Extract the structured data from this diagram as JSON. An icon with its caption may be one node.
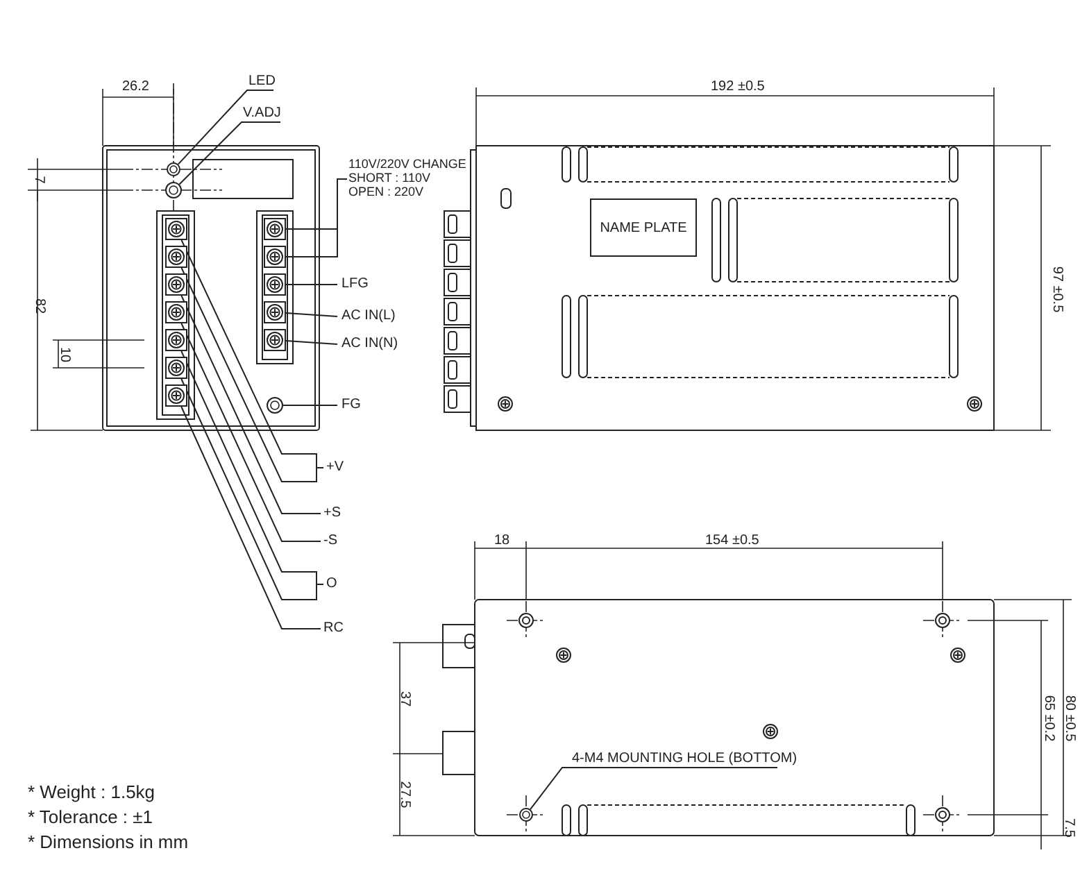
{
  "diagram": {
    "nodes": [
      {
        "text": [
          "LED"
        ]
      },
      {
        "text": [
          "V.ADJ"
        ]
      },
      {
        "text": [],
        "shape": "circle"
      },
      {
        "text": [],
        "shape": "circle"
      },
      {
        "text": [
          "110V/220V CHANGE",
          "SHORT : 110V",
          "OPEN : 220V"
        ]
      },
      {
        "text": [],
        "shape": "box"
      },
      {
        "text": [],
        "shape": "box"
      },
      {
        "text": [],
        "shape": "box"
      },
      {
        "text": [],
        "shape": "box"
      },
      {
        "text": [],
        "shape": "box"
      },
      {
        "text": [
          "LFG"
        ]
      },
      {
        "text": [
          "AC IN(L)"
        ]
      },
      {
        "text": [
          "AC IN(N)"
        ]
      },
      {
        "text": [],
        "shape": "circle"
      },
      {
        "text": [
          "FG"
        ]
      },
      {
        "text": [],
        "shape": "box"
      },
      {
        "text": [],
        "shape": "box"
      },
      {
        "text": [],
        "shape": "box"
      },
      {
        "text": [],
        "shape": "box"
      },
      {
        "text": [],
        "shape": "box"
      },
      {
        "text": [],
        "shape": "box"
      },
      {
        "text": [],
        "shape": "box"
      },
      {
        "text": [
          "+V"
        ]
      },
      {
        "text": [
          "+S"
        ]
      },
      {
        "text": [
          "-S"
        ]
      },
      {
        "text": [
          "O"
        ]
      },
      {
        "text": [
          "RC"
        ]
      },
      {
        "text": [
          "NAME PLATE"
        ]
      },
      {
        "text": [
          "4-M4 MOUNTING HOLE (BOTTOM)"
        ]
      },
      {
        "text": [],
        "shape": "circle"
      }
    ],
    "edges": [
      {
        "from": 0,
        "to": 2,
        "arrow": "none"
      },
      {
        "from": 1,
        "to": 3,
        "arrow": "none"
      },
      {
        "from": 4,
        "to": 5,
        "arrow": "none"
      },
      {
        "from": 4,
        "to": 6,
        "arrow": "none"
      },
      {
        "from": 10,
        "to": 7,
        "arrow": "none"
      },
      {
        "from": 11,
        "to": 8,
        "arrow": "none"
      },
      {
        "from": 12,
        "to": 9,
        "arrow": "none"
      },
      {
        "from": 14,
        "to": 13,
        "arrow": "none"
      },
      {
        "from": 22,
        "to": 15,
        "arrow": "none"
      },
      {
        "from": 22,
        "to": 16,
        "arrow": "none"
      },
      {
        "from": 23,
        "to": 17,
        "arrow": "none"
      },
      {
        "from": 24,
        "to": 18,
        "arrow": "none"
      },
      {
        "from": 25,
        "to": 19,
        "arrow": "none"
      },
      {
        "from": 25,
        "to": 20,
        "arrow": "none"
      },
      {
        "from": 26,
        "to": 21,
        "arrow": "none"
      },
      {
        "from": 28,
        "to": 29,
        "arrow": "none"
      }
    ],
    "labels": [
      "26.2",
      "192 ±0.5",
      "7",
      "82",
      "10",
      "97 ±0.5",
      "18",
      "154 ±0.5",
      "37",
      "80 ±0.5",
      "65 ±0.2",
      "27.5",
      "7.5",
      "* Weight : 1.5kg",
      "* Tolerance : ±1",
      "* Dimensions in mm"
    ]
  }
}
